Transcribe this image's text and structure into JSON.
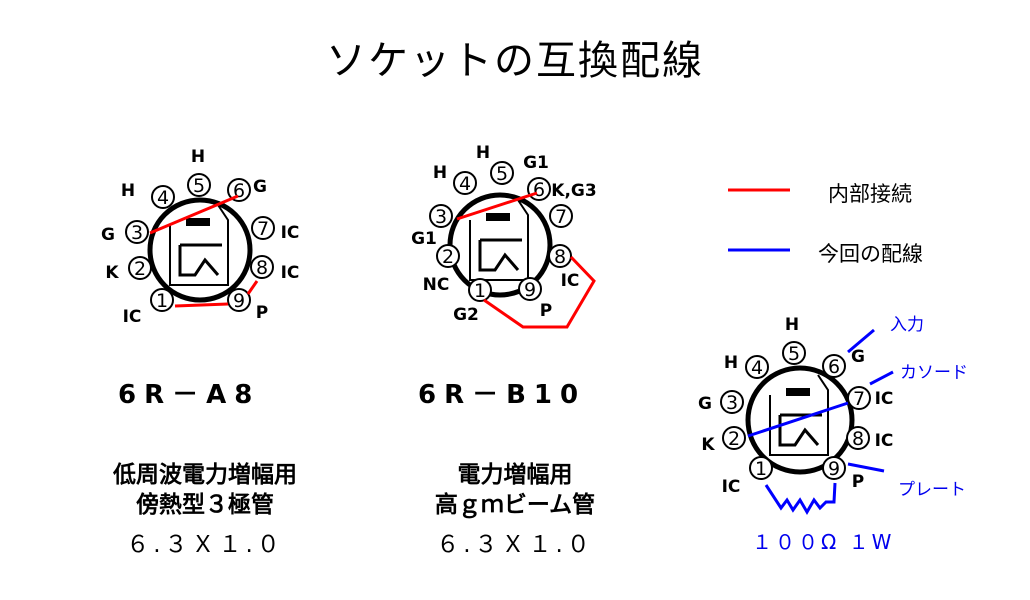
{
  "title": "ソケットの互換配線",
  "legend": {
    "internal": {
      "label": "内部接続",
      "color": "#ff0000"
    },
    "wiring": {
      "label": "今回の配線",
      "color": "#0000ff"
    }
  },
  "tubes": [
    {
      "name": "6R－A8",
      "desc1": "低周波電力増幅用",
      "desc2": "傍熱型３極管",
      "rating": "６.３Ｘ１.０"
    },
    {
      "name": "6R－B10",
      "desc1": "電力増幅用",
      "desc2": "高ｇｍビーム管",
      "rating": "６.３Ｘ１.０"
    }
  ],
  "sockets": [
    {
      "pins": [
        "1",
        "2",
        "3",
        "4",
        "5",
        "6",
        "7",
        "8",
        "9"
      ],
      "labels": [
        "IC",
        "K",
        "G",
        "H",
        "H",
        "G",
        "IC",
        "IC",
        "P"
      ]
    },
    {
      "pins": [
        "1",
        "2",
        "3",
        "4",
        "5",
        "6",
        "7",
        "8",
        "9"
      ],
      "labels": [
        "G2",
        "NC",
        "G1",
        "H",
        "H",
        "G1",
        "K,G3",
        "IC",
        "P"
      ]
    },
    {
      "pins": [
        "1",
        "2",
        "3",
        "4",
        "5",
        "6",
        "7",
        "8",
        "9"
      ],
      "labels": [
        "IC",
        "K",
        "G",
        "H",
        "H",
        "G",
        "IC",
        "IC",
        "P"
      ]
    }
  ],
  "annotations": {
    "input": "入力",
    "cathode": "カソード",
    "plate": "プレート",
    "resistor": "１００Ω １W"
  }
}
